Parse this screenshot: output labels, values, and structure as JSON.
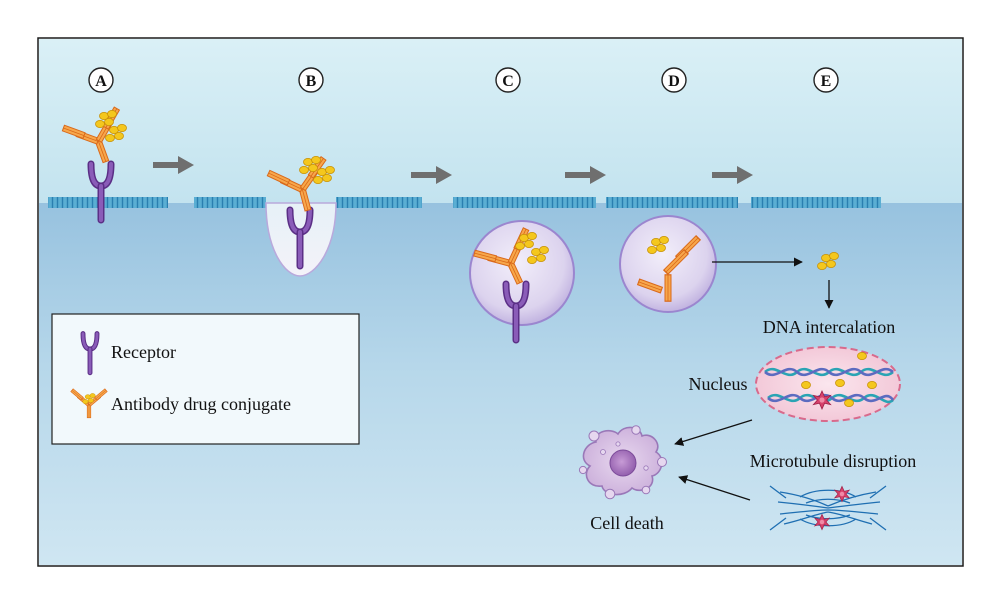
{
  "stages": [
    "A",
    "B",
    "C",
    "D",
    "E"
  ],
  "legend": {
    "receptor_label": "Receptor",
    "adc_label": "Antibody drug conjugate"
  },
  "labels": {
    "dna_intercalation": "DNA intercalation",
    "nucleus": "Nucleus",
    "microtubule_disruption": "Microtubule disruption",
    "cell_death": "Cell death"
  },
  "colors": {
    "extracellular_top": "#d8eef5",
    "extracellular_bottom": "#bfe1ee",
    "cytoplasm_top": "#9cc5e1",
    "cytoplasm_bottom": "#cbe4f1",
    "membrane": "#3e9ac6",
    "receptor": "#7a4d9c",
    "antibody": "#f08a2b",
    "payload": "#f3c51c",
    "vesicle": "#d9d2ec",
    "nucleus_fill": "#f6d2df",
    "nucleus_border": "#d86a8c",
    "dna_strand_a": "#2aa4b4",
    "dna_strand_b": "#5c6bc0",
    "microtubule": "#1f6fb2",
    "damage_star": "#d6416b",
    "dying_cell": "#cfb3de",
    "arrow_gray": "#7c7c7c"
  }
}
